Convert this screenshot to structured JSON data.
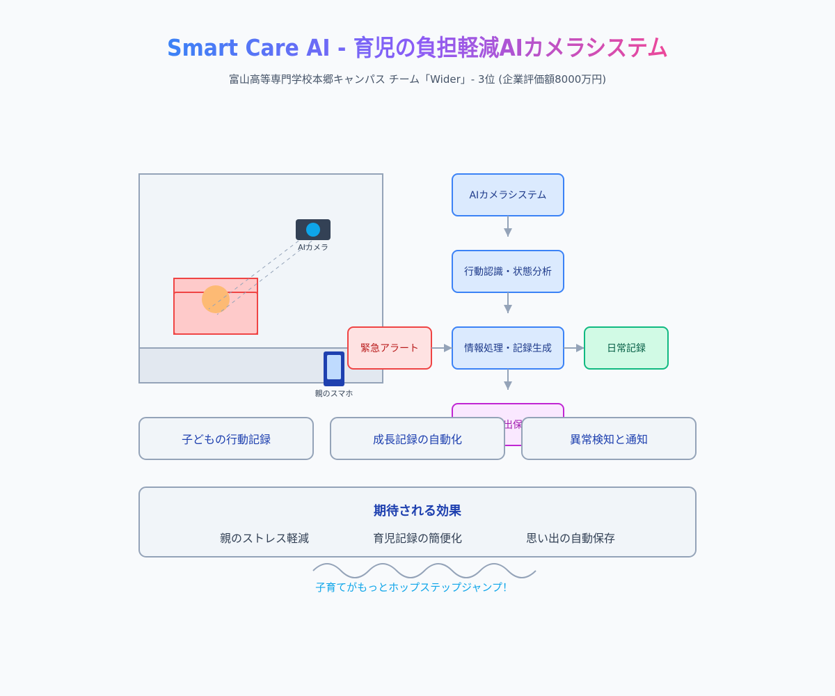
{
  "title": "Smart Care AI - 育児の負担軽減AIカメラシステム",
  "subtitle": "富山高等専門学校本郷キャンパス チーム「Wider」- 3位 (企業評価額8000万円)",
  "room": {
    "camera_label": "AIカメラ",
    "phone_label": "親のスマホ"
  },
  "flow": {
    "camera_system": "AIカメラシステム",
    "recognition": "行動認識・状態分析",
    "processing": "情報処理・記録生成",
    "memory": "思い出保存",
    "alert": "緊急アラート",
    "daily": "日常記録"
  },
  "features": [
    "子どもの行動記録",
    "成長記録の自動化",
    "異常検知と通知"
  ],
  "effects": {
    "title": "期待される効果",
    "items": [
      "親のストレス軽減",
      "育児記録の簡便化",
      "思い出の自動保存"
    ]
  },
  "tagline": "子育てがもっとホップステップジャンプ！",
  "colors": {
    "title_gradient": [
      "#3b82f6",
      "#8b5cf6",
      "#ec4899"
    ],
    "page_background": "#f8fafc",
    "panel_fill": "#f1f5f9",
    "panel_stroke": "#94a3b8",
    "flow_fill": "#dbeafe",
    "flow_stroke": "#3b82f6",
    "alert_fill": "#fee2e2",
    "alert_stroke": "#ef4444",
    "daily_fill": "#d1fae5",
    "daily_stroke": "#10b981",
    "memory_fill": "#fae8ff",
    "memory_stroke": "#c026d3",
    "tagline": "#0ea5e9"
  }
}
